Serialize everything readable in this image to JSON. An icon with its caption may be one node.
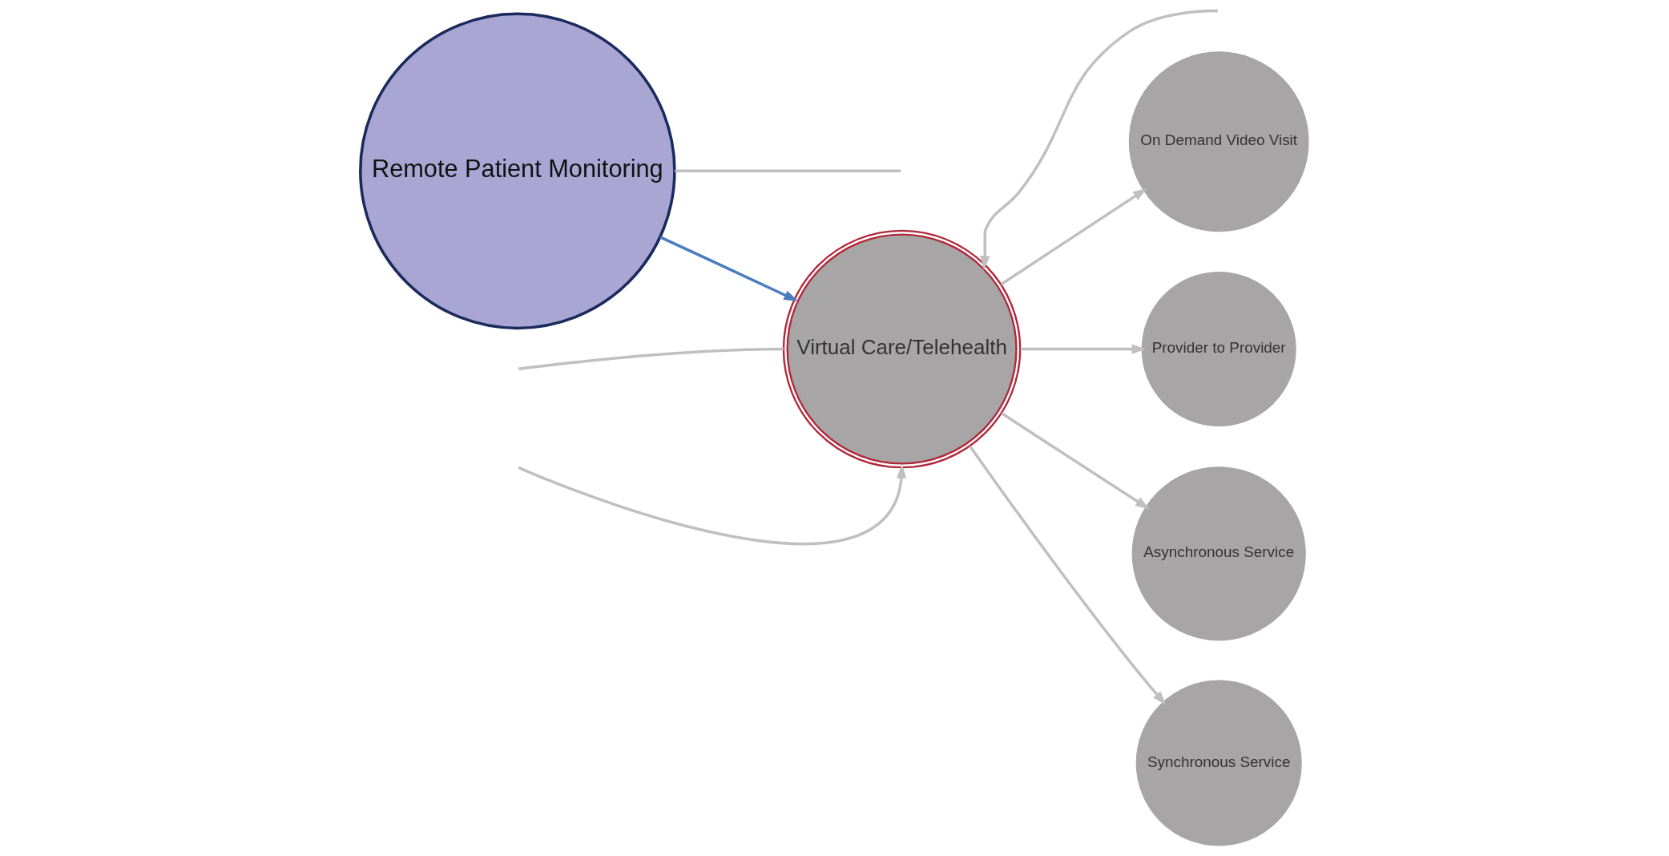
{
  "diagram": {
    "nodes": [
      {
        "text": [
          "Remote Patient Monitoring"
        ]
      },
      {
        "text": [
          "Virtual Care/Telehealth"
        ]
      },
      {
        "text": [
          "Provider to Provider"
        ]
      },
      {
        "text": [
          "Asynchronous Service"
        ]
      },
      {
        "text": [
          "Synchronous Service"
        ]
      },
      {
        "text": [
          "On Demand Video Visit"
        ]
      }
    ],
    "edges": [
      {
        "from": 0,
        "to": 1,
        "arrow": "to",
        "color": "#4a7cc0"
      },
      {
        "from": 1,
        "to": 2,
        "arrow": "to"
      },
      {
        "from": 1,
        "to": 3,
        "arrow": "to"
      },
      {
        "from": 1,
        "to": 4,
        "arrow": "to"
      },
      {
        "from": 1,
        "to": 5,
        "arrow": "to"
      },
      {
        "from": null,
        "to": 1,
        "arrow": "to"
      },
      {
        "from": null,
        "to": 1,
        "arrow": "to"
      },
      {
        "from": 0,
        "to": null,
        "arrow": "none"
      },
      {
        "from": null,
        "to": 1,
        "arrow": "none"
      }
    ]
  }
}
